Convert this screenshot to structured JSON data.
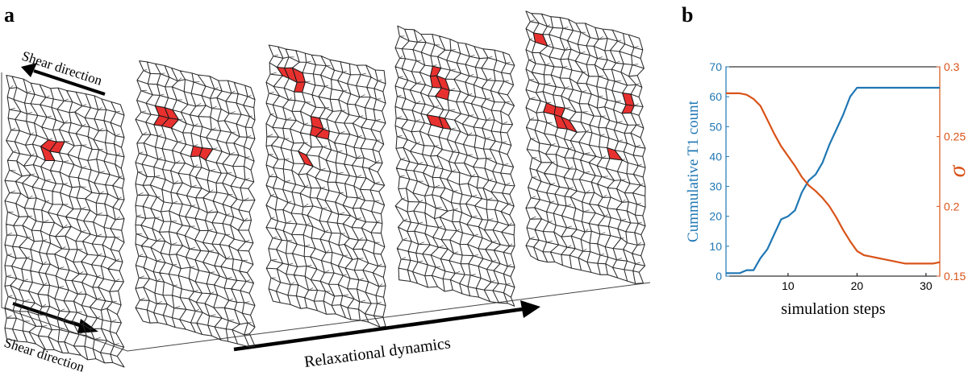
{
  "panel_a": {
    "letter": "a",
    "shear_top_label": "Shear direction",
    "shear_bottom_label": "Shear direction",
    "relax_label": "Relaxational dynamics",
    "sheet_count": 5
  },
  "panel_b": {
    "letter": "b"
  },
  "colors": {
    "mesh": "#2a2a2a",
    "t1_cell": "#e8312f",
    "series_t1": "#1f77b4",
    "series_sigma": "#d95319"
  },
  "chart_data": {
    "type": "line",
    "xlabel": "simulation steps",
    "ylabel_left": "Cummulative T1 count",
    "ylabel_right": "σ",
    "xlim": [
      1,
      32
    ],
    "ylim_left": [
      0,
      70
    ],
    "ylim_right": [
      0.15,
      0.3
    ],
    "x_ticks": [
      10,
      20,
      30
    ],
    "y_ticks_left": [
      0,
      10,
      20,
      30,
      40,
      50,
      60,
      70
    ],
    "y_ticks_right": [
      0.15,
      0.2,
      0.25,
      0.3
    ],
    "y_tick_labels_right": [
      "0.15",
      "0.2",
      "0.25",
      "0.3"
    ],
    "series": [
      {
        "axis": "left",
        "x": [
          1,
          2,
          3,
          4,
          5,
          6,
          7,
          8,
          9,
          10,
          11,
          12,
          13,
          14,
          15,
          16,
          17,
          18,
          19,
          20,
          21,
          22,
          23,
          24,
          25,
          26,
          27,
          28,
          29,
          30,
          31,
          32
        ],
        "values": [
          1,
          1,
          1,
          2,
          2,
          6,
          9,
          14,
          19,
          20,
          22,
          28,
          32,
          34,
          38,
          44,
          49,
          54,
          60,
          63,
          63,
          63,
          63,
          63,
          63,
          63,
          63,
          63,
          63,
          63,
          63,
          63
        ]
      },
      {
        "axis": "right",
        "x": [
          1,
          2,
          3,
          4,
          5,
          6,
          7,
          8,
          9,
          10,
          11,
          12,
          13,
          14,
          15,
          16,
          17,
          18,
          19,
          20,
          21,
          22,
          23,
          24,
          25,
          26,
          27,
          28,
          29,
          30,
          31,
          32
        ],
        "values": [
          0.281,
          0.281,
          0.281,
          0.28,
          0.277,
          0.272,
          0.262,
          0.252,
          0.243,
          0.236,
          0.229,
          0.221,
          0.215,
          0.211,
          0.206,
          0.2,
          0.192,
          0.183,
          0.175,
          0.168,
          0.165,
          0.164,
          0.163,
          0.162,
          0.161,
          0.16,
          0.159,
          0.159,
          0.159,
          0.159,
          0.159,
          0.16
        ]
      }
    ]
  }
}
